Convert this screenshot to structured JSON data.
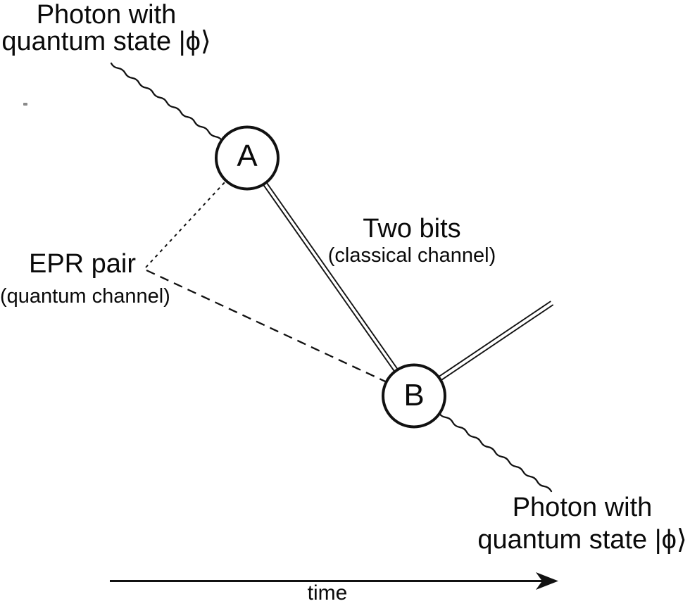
{
  "colors": {
    "background": "#ffffff",
    "line": "#111111",
    "text": "#0a0a0a"
  },
  "labels": {
    "photon_top": {
      "line1": "Photon with",
      "line2": "quantum state |ϕ⟩"
    },
    "photon_bottom": {
      "line1": "Photon with",
      "line2": "quantum state |ϕ⟩"
    },
    "epr": {
      "title": "EPR pair",
      "subtitle": "(quantum channel)"
    },
    "classical": {
      "title": "Two bits",
      "subtitle": "(classical channel)"
    },
    "time_axis": "time"
  },
  "nodes": [
    {
      "id": "A",
      "label": "A"
    },
    {
      "id": "B",
      "label": "B"
    }
  ],
  "edges": [
    {
      "from": "photon-in",
      "to": "A",
      "style": "wavy",
      "meaning": "incoming photon with quantum state |ϕ⟩"
    },
    {
      "from": "EPR-source",
      "to": "A",
      "style": "dotted",
      "meaning": "EPR pair (quantum channel)"
    },
    {
      "from": "EPR-source",
      "to": "B",
      "style": "dashed",
      "meaning": "EPR pair (quantum channel)"
    },
    {
      "from": "A",
      "to": "B",
      "style": "double-line",
      "meaning": "Two bits (classical channel)"
    },
    {
      "from": "B",
      "to": "upper-right",
      "style": "double-line",
      "meaning": "classical channel continues"
    },
    {
      "from": "B",
      "to": "photon-out",
      "style": "wavy",
      "meaning": "outgoing photon with quantum state |ϕ⟩"
    }
  ]
}
